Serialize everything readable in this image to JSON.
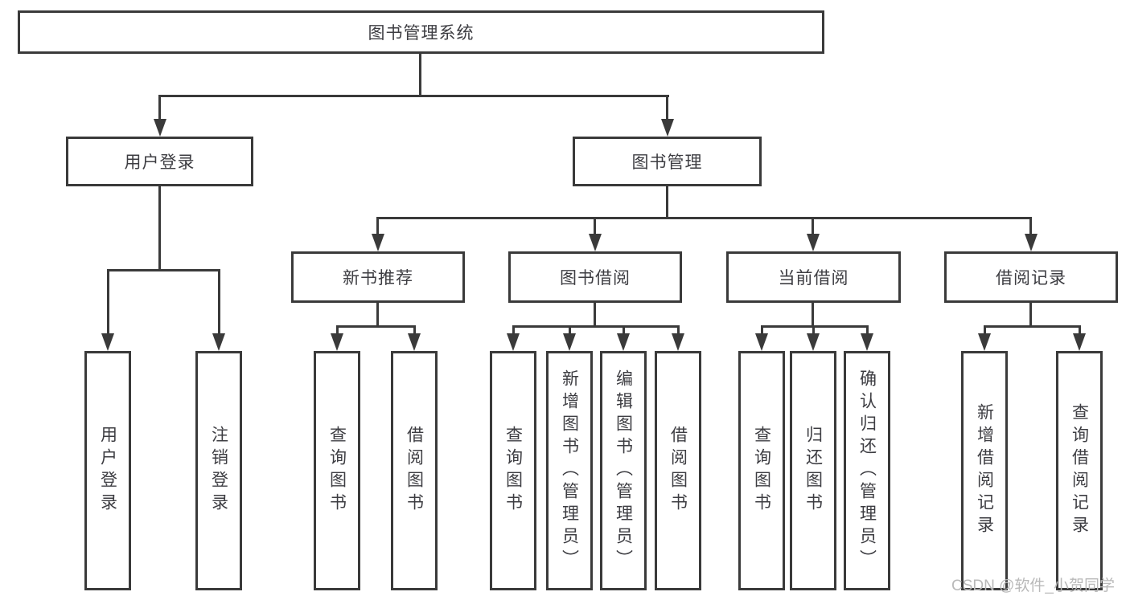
{
  "diagram": {
    "title": "图书管理系统",
    "root": {
      "label": "图书管理系统"
    },
    "branches": [
      {
        "label": "用户登录",
        "children": [
          {
            "label": "用户登录"
          },
          {
            "label": "注销登录"
          }
        ]
      },
      {
        "label": "图书管理",
        "children": [
          {
            "label": "新书推荐",
            "children": [
              {
                "label": "查询图书"
              },
              {
                "label": "借阅图书"
              }
            ]
          },
          {
            "label": "图书借阅",
            "children": [
              {
                "label": "查询图书"
              },
              {
                "label": "新增图书（管理员）"
              },
              {
                "label": "编辑图书（管理员）"
              },
              {
                "label": "借阅图书"
              }
            ]
          },
          {
            "label": "当前借阅",
            "children": [
              {
                "label": "查询图书"
              },
              {
                "label": "归还图书"
              },
              {
                "label": "确认归还（管理员）"
              }
            ]
          },
          {
            "label": "借阅记录",
            "children": [
              {
                "label": "新增借阅记录"
              },
              {
                "label": "查询借阅记录"
              }
            ]
          }
        ]
      }
    ]
  },
  "watermark": {
    "text": "CSDN @软件_小贺同学"
  },
  "colors": {
    "line": "#3a3a3a",
    "text": "#3d3d42",
    "watermark_text": "#b9b9b9",
    "background": "#ffffff"
  }
}
